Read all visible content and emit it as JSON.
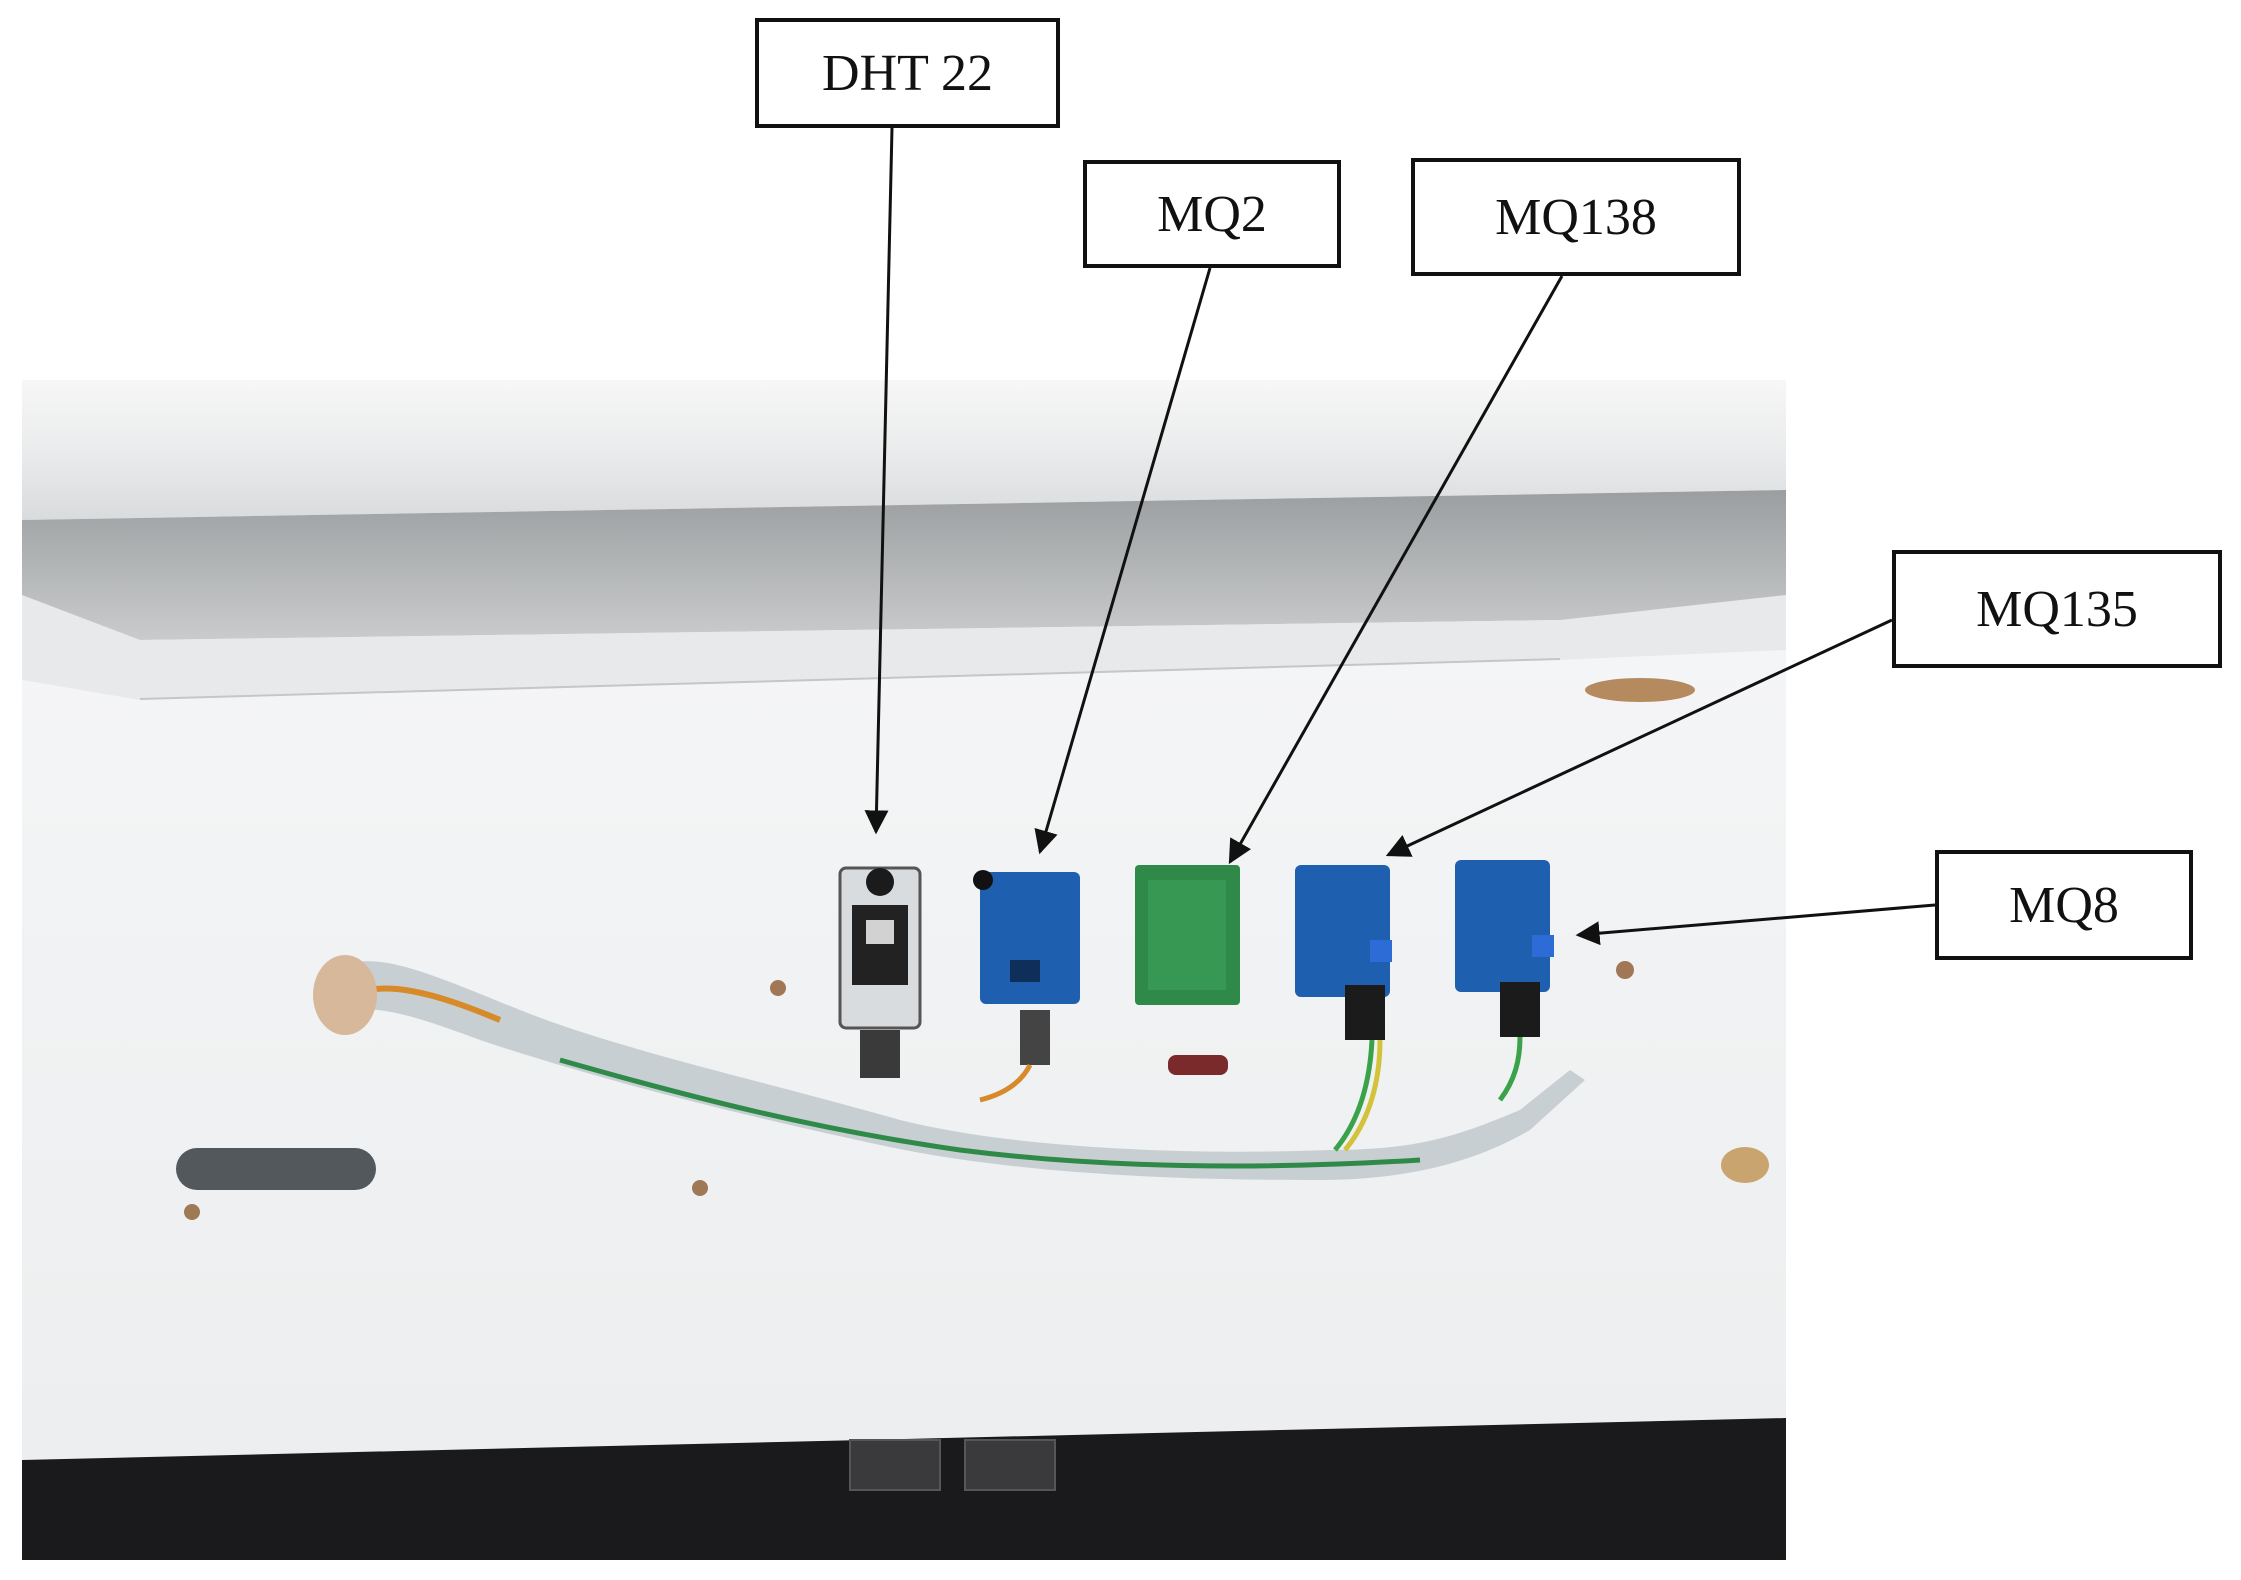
{
  "figure": {
    "labels": {
      "dht22": "DHT 22",
      "mq2": "MQ2",
      "mq138": "MQ138",
      "mq135": "MQ135",
      "mq8": "MQ8"
    }
  },
  "colors": {
    "enclosure": "#f2f3f4",
    "lid_shadow": "#9fa2a4",
    "sensor_board_blue": "#1f5fb0",
    "sensor_board_green": "#2f8a4a",
    "cable_sleeve": "#c7cdd0",
    "dark_bottom": "#1a1a1c",
    "leader_line": "#111111"
  }
}
